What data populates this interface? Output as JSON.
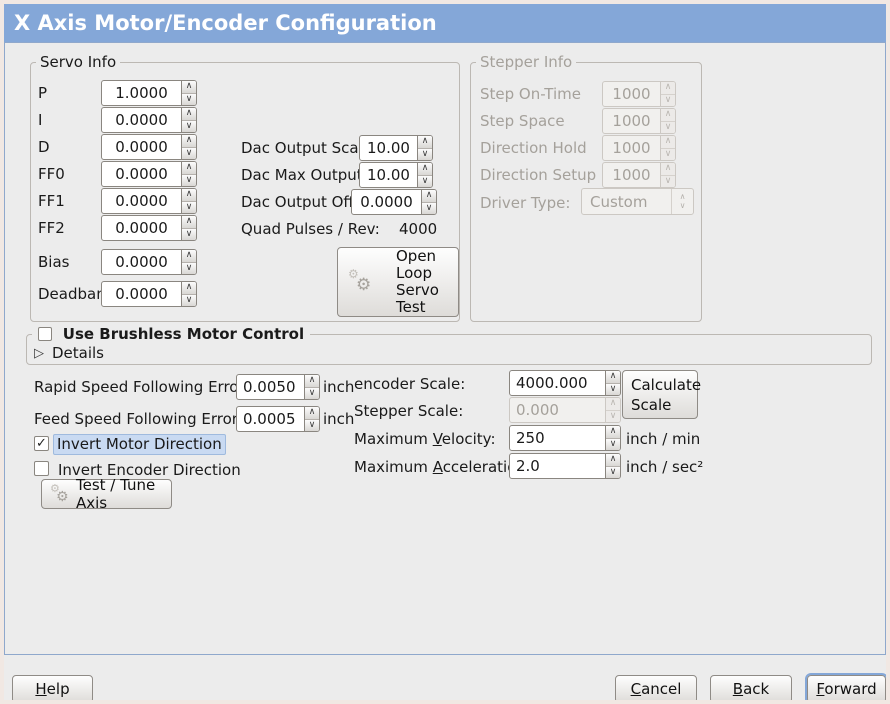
{
  "title": "X Axis Motor/Encoder Configuration",
  "servo_frame": {
    "label": "Servo Info",
    "rows": [
      {
        "label": "P",
        "value": "1.0000"
      },
      {
        "label": "I",
        "value": "0.0000"
      },
      {
        "label": "D",
        "value": "0.0000"
      },
      {
        "label": "FF0",
        "value": "0.0000"
      },
      {
        "label": "FF1",
        "value": "0.0000"
      },
      {
        "label": "FF2",
        "value": "0.0000"
      },
      {
        "label": "Bias",
        "value": "0.0000"
      },
      {
        "label": "Deadband",
        "value": "0.0000"
      }
    ],
    "dac": {
      "scale_label": "Dac Output Scale:",
      "scale_value": "10.00",
      "max_label": "Dac Max Output:",
      "max_value": "10.00",
      "offset_label": "Dac Output Offset:",
      "offset_value": "0.0000",
      "quad_label": "Quad Pulses / Rev:",
      "quad_value": "4000"
    },
    "open_loop_button": {
      "line1": "Open",
      "line2": "Loop",
      "line3": "Servo",
      "line4": "Test"
    }
  },
  "stepper_frame": {
    "label": "Stepper Info",
    "rows": [
      {
        "label": "Step On-Time",
        "value": "1000"
      },
      {
        "label": "Step Space",
        "value": "1000"
      },
      {
        "label": "Direction Hold",
        "value": "1000"
      },
      {
        "label": "Direction Setup",
        "value": "1000"
      }
    ],
    "driver_type_label": "Driver Type:",
    "driver_type_value": "Custom"
  },
  "brushless": {
    "checkbox_label": "Use Brushless Motor Control",
    "checked": false,
    "details_label": "Details"
  },
  "following_error": {
    "rapid_label": "Rapid Speed Following Error:",
    "rapid_value": "0.0050",
    "rapid_unit": "inch",
    "feed_label": "Feed Speed Following Error:",
    "feed_value": "0.0005",
    "feed_unit": "inch"
  },
  "scales": {
    "encoder_label": "encoder Scale:",
    "encoder_value": "4000.000",
    "stepper_label": "Stepper Scale:",
    "stepper_value": "0.000",
    "calculate_button_line1": "Calculate",
    "calculate_button_line2": "Scale",
    "velocity_label_pre": "Maximum ",
    "velocity_label_u": "V",
    "velocity_label_rest": "elocity:",
    "velocity_value": "250",
    "velocity_unit": "inch / min",
    "accel_label_pre": "Maximum ",
    "accel_label_u": "A",
    "accel_label_rest": "cceleration:",
    "accel_value": "2.0",
    "accel_unit": "inch / sec²"
  },
  "direction": {
    "invert_motor_label": "Invert Motor Direction",
    "invert_motor_checked": true,
    "invert_encoder_label": "Invert Encoder Direction",
    "invert_encoder_checked": false,
    "test_tune_button": "Test / Tune Axis"
  },
  "footer": {
    "help_u": "H",
    "help_rest": "elp",
    "cancel_u": "C",
    "cancel_rest": "ancel",
    "back_u": "B",
    "back_rest": "ack",
    "forward_u": "F",
    "forward_rest": "orward"
  },
  "icons": {
    "gear": "⚙",
    "check": "✓",
    "expander_arrow": "▷",
    "combo_up": "∧",
    "combo_down": "∨"
  },
  "colors": {
    "titlebar": "#84a7d8",
    "content_border": "#8fa8cc",
    "focus_highlight": "#c9daf2"
  }
}
